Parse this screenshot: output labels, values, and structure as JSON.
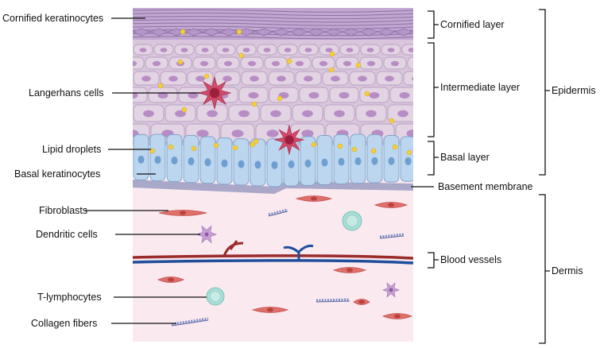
{
  "left_labels": {
    "cornified_keratinocytes": "Cornified keratinocytes",
    "langerhans_cells": "Langerhans cells",
    "lipid_droplets": "Lipid droplets",
    "basal_keratinocytes": "Basal keratinocytes",
    "fibroblasts": "Fibroblasts",
    "dendritic_cells": "Dendritic cells",
    "t_lymphocytes": "T-lymphocytes",
    "collagen_fibers": "Collagen fibers"
  },
  "layer_labels": {
    "cornified_layer": "Cornified layer",
    "intermediate_layer": "Intermediate layer",
    "basal_layer": "Basal layer",
    "basement_membrane": "Basement membrane",
    "blood_vessels": "Blood vessels"
  },
  "region_labels": {
    "epidermis": "Epidermis",
    "dermis": "Dermis"
  },
  "colors": {
    "cornified": "#b89bc8",
    "intermediate": "#d9c6dc",
    "intermediate_cell_edge": "#b8a0bf",
    "nucleus": "#b07fbf",
    "basal_cell": "#bcd6f0",
    "basal_edge": "#7fa3c8",
    "basal_nucleus": "#6f9ed1",
    "basement_membrane": "#a9a8c9",
    "dermis": "#fbe9f0",
    "fibroblast": "#e0706c",
    "langerhans": "#d44a6a",
    "dendritic": "#c9a0d6",
    "lymphocyte": "#a8ddd5",
    "artery": "#9a2b2b",
    "vein": "#1f4e9c",
    "lipid": "#f5cf3a",
    "collagen": "#7d8cc4",
    "leader_line": "#111111"
  }
}
